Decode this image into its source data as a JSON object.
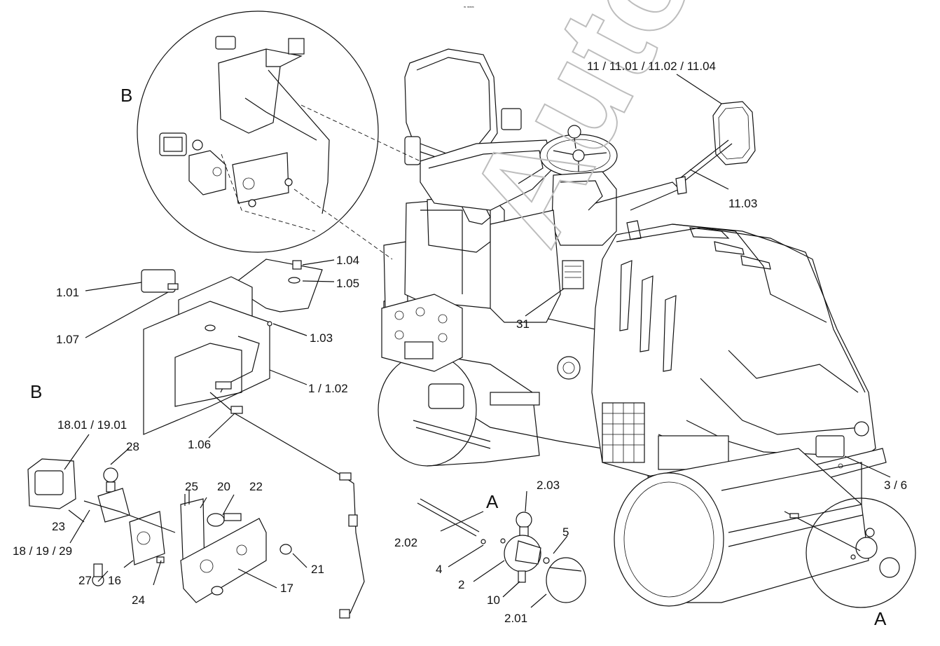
{
  "header": {
    "tiny_text": "≈ ≈≈≈"
  },
  "watermark": {
    "text": "AutoSoft"
  },
  "detail_labels": {
    "b_circle": "B",
    "b_exploded": "B",
    "a_exploded": "A",
    "a_circle": "A"
  },
  "callouts": {
    "c11": "11 / 11.01 / 11.02 / 11.04",
    "c11_03": "11.03",
    "c1_04": "1.04",
    "c1_05": "1.05",
    "c1_01": "1.01",
    "c1_07": "1.07",
    "c1_03": "1.03",
    "c1_02": "1 / 1.02",
    "c1_06": "1.06",
    "c31": "31",
    "c3_6": "3 / 6",
    "c18_01": "18.01 / 19.01",
    "c28": "28",
    "c25": "25",
    "c20": "20",
    "c22": "22",
    "c23": "23",
    "c18_19_29": "18 / 19 / 29",
    "c27": "27",
    "c16": "16",
    "c24": "24",
    "c17": "17",
    "c21": "21",
    "c2_03": "2.03",
    "c2_02": "2.02",
    "c5": "5",
    "c4": "4",
    "c2": "2",
    "c10": "10",
    "c2_01": "2.01"
  }
}
